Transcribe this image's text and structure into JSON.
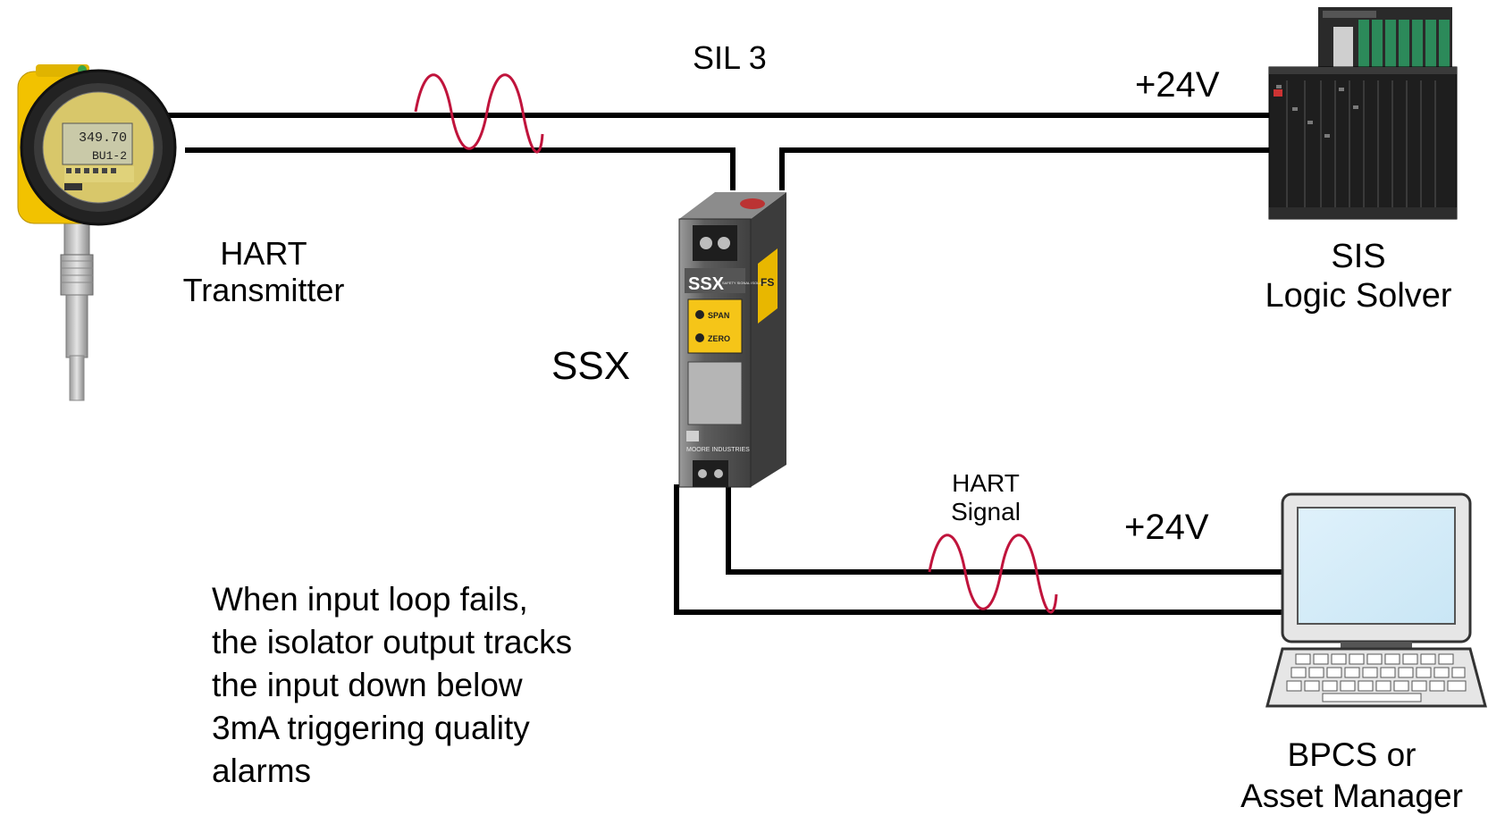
{
  "labels": {
    "sil": "SIL 3",
    "v24_top": "+24V",
    "v24_bottom": "+24V",
    "transmitter_line1": "HART",
    "transmitter_line2": "Transmitter",
    "sis_line1": "SIS",
    "sis_line2": "Logic Solver",
    "ssx": "SSX",
    "hart_signal_line1": "HART",
    "hart_signal_line2": "Signal",
    "bpcs_line1": "BPCS or",
    "bpcs_line2": "Asset Manager",
    "note_line1": "When input loop fails,",
    "note_line2": "the isolator output tracks",
    "note_line3": "the input down below",
    "note_line4": "3mA triggering quality",
    "note_line5": "alarms"
  },
  "devices": {
    "transmitter_display_value": "349.70",
    "transmitter_display_unit": "BU1-2",
    "ssx_brand": "SSX",
    "ssx_brand_sub": "SAFETY SIGNAL ISOLATOR",
    "ssx_span": "SPAN",
    "ssx_zero": "ZERO",
    "ssx_maker": "MOORE INDUSTRIES",
    "ssx_fs": "FS"
  },
  "colors": {
    "wire": "#000000",
    "signal_wave": "#c0143c",
    "transmitter_body": "#f2c200",
    "ssx_body": "#6b6b6b",
    "ssx_panel": "#f5c518",
    "sis_rack": "#1e1e1e",
    "sis_module": "#2c8a5a"
  }
}
